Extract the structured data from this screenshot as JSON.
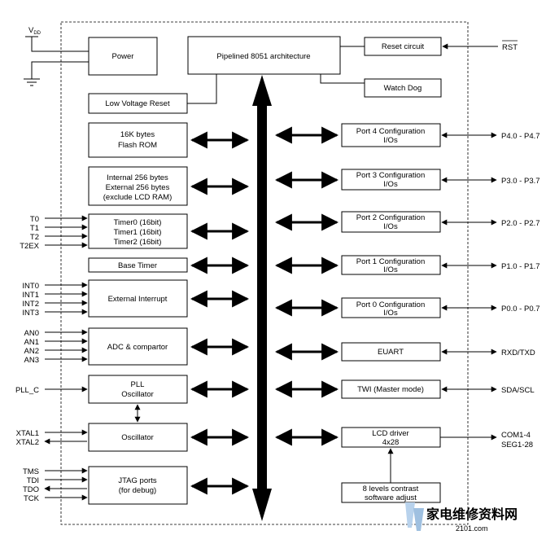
{
  "supply": {
    "vdd_label": "V",
    "vdd_subscript": "DD"
  },
  "blocks": {
    "power": "Power",
    "pipelined_core": "Pipelined 8051 architecture",
    "reset_circuit": "Reset circuit",
    "watch_dog": "Watch Dog",
    "low_voltage_reset": "Low Voltage Reset",
    "flash_rom": [
      "16K bytes",
      "Flash ROM"
    ],
    "ram": [
      "Internal 256 bytes",
      "External 256 bytes",
      "(exclude LCD RAM)"
    ],
    "timers": [
      "Timer0 (16bit)",
      "Timer1 (16bit)",
      "Timer2 (16bit)"
    ],
    "base_timer": "Base Timer",
    "external_interrupt": "External Interrupt",
    "adc": "ADC & compartor",
    "pll": [
      "PLL",
      "Oscillator"
    ],
    "oscillator": "Oscillator",
    "jtag": [
      "JTAG ports",
      "(for debug)"
    ],
    "port4": [
      "Port 4 Configuration",
      "I/Os"
    ],
    "port3": [
      "Port 3 Configuration",
      "I/Os"
    ],
    "port2": [
      "Port 2 Configuration",
      "I/Os"
    ],
    "port1": [
      "Port 1 Configuration",
      "I/Os"
    ],
    "port0": [
      "Port 0 Configuration",
      "I/Os"
    ],
    "euart": "EUART",
    "twi": "TWI (Master mode)",
    "lcd_driver": [
      "LCD driver",
      "4x28"
    ],
    "contrast": [
      "8 levels contrast",
      "software adjust"
    ]
  },
  "left_signals": {
    "timers": [
      "T0",
      "T1",
      "T2",
      "T2EX"
    ],
    "interrupts": [
      "INT0",
      "INT1",
      "INT2",
      "INT3"
    ],
    "adc": [
      "AN0",
      "AN1",
      "AN2",
      "AN3"
    ],
    "pll": "PLL_C",
    "xtal": [
      "XTAL1",
      "XTAL2"
    ],
    "jtag": [
      "TMS",
      "TDI",
      "TDO",
      "TCK"
    ]
  },
  "right_signals": {
    "rst": "RST",
    "p4": "P4.0 - P4.7",
    "p3": "P3.0 - P3.7",
    "p2": "P2.0 - P2.7",
    "p1": "P1.0 - P1.7",
    "p0": "P0.0 - P0.7",
    "uart": "RXD/TXD",
    "twi": "SDA/SCL",
    "lcd": [
      "COM1-4",
      "SEG1-28"
    ]
  },
  "watermark": {
    "title": "家电维修资料网",
    "url": "2101.com"
  }
}
